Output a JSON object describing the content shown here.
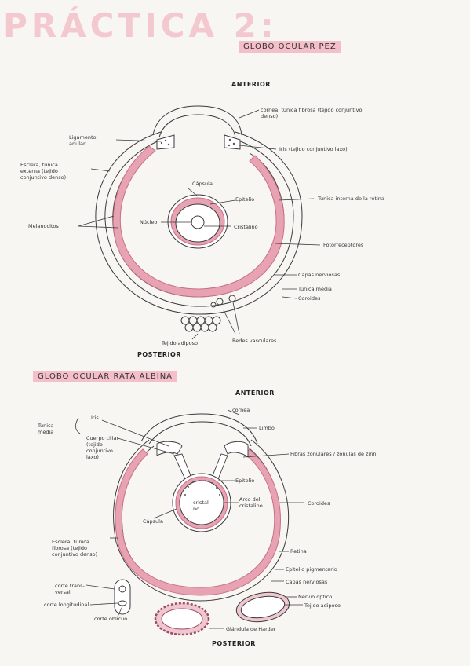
{
  "header": {
    "title": "PRÁCTICA 2:",
    "section1": "GLOBO OCULAR PEZ",
    "section2": "GLOBO OCULAR RATA ALBINA"
  },
  "fish": {
    "anterior": "ANTERIOR",
    "posterior": "POSTERIOR",
    "labels": {
      "ligamento": "Ligamento\nanular",
      "esclera": "Esclera, túnica\nexterna (tejido\nconjuntivo denso)",
      "melanocitos": "Melanocitos",
      "cornea": "córnea, túnica fibrosa (tejido conjuntivo\ndenso)",
      "iris": "Iris (tejido conjuntivo laxo)",
      "capsula": "Cápsula",
      "epitelio": "Epitelio",
      "nucleo": "Núcleo",
      "cristalino": "Cristalino",
      "tunica_interna": "Túnica interna de la retina",
      "fotorreceptores": "Fotorreceptores",
      "capas_nerviosas": "Capas nerviosas",
      "tunica_media": "Túnica media",
      "coroides": "Coroides",
      "redes": "Redes vasculares",
      "tejido_adiposo": "Tejido adiposo"
    }
  },
  "rat": {
    "anterior": "ANTERIOR",
    "posterior": "POSTERIOR",
    "labels": {
      "tunica_media": "Túnica\nmedia",
      "iris": "Iris",
      "cuerpo_ciliar": "Cuerpo ciliar\n(tejido\nconjuntivo\nlaxo)",
      "cornea": "córnea",
      "limbo": "Limbo",
      "fibras": "Fibras zonulares / zónulas de zinn",
      "epitelio": "Epitelio",
      "arco": "Arco del\ncristalino",
      "cristalino": "cristali-\nno",
      "capsula": "Cápsula",
      "coroides": "Coroides",
      "esclera": "Esclera, túnica\nfibrosa (tejido\nconjuntivo denso)",
      "retina": "Retina",
      "epitelio_pigmentario": "Epitelio pigmentario",
      "capas_nerviosas": "Capas nerviosas",
      "corte_transversal": "corte trans-\nversal",
      "corte_longitudinal": "corte longitudinal",
      "corte_oblicuo": "corte oblicuo",
      "nervio_optico": "Nervio óptico",
      "tejido_adiposo": "Tejido adiposo",
      "glandula": "Glándula de Harder"
    }
  },
  "colors": {
    "pink": "#e8a3b3",
    "pink_dark": "#c86f87",
    "line": "#3a3a3a",
    "title": "#f4c8cf"
  }
}
